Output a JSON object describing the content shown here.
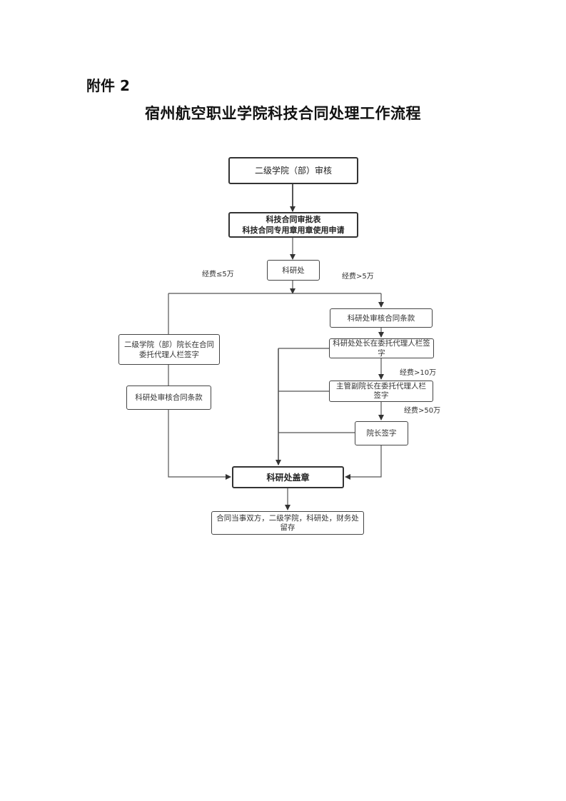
{
  "document": {
    "attachment_label": "附件 2",
    "title": "宿州航空职业学院科技合同处理工作流程"
  },
  "flowchart": {
    "nodes": {
      "college_review": "二级学院（部）审核",
      "approval_form_line1": "科技合同审批表",
      "approval_form_line2": "科技合同专用章用章使用申请",
      "research_office": "科研处",
      "left_dean_sign_line1": "二级学院（部）院长在合同",
      "left_dean_sign_line2": "委托代理人栏签字",
      "left_review_terms": "科研处审核合同条款",
      "right_review_terms": "科研处审核合同条款",
      "director_sign": "科研处处长在委托代理人栏签字",
      "vp_sign_line1": "主管副院长在委托代理人栏",
      "vp_sign_line2": "签字",
      "president_sign": "院长签字",
      "stamp": "科研处盖章",
      "archive_line1": "合同当事双方，二级学院，科研处，财务处",
      "archive_line2": "留存"
    },
    "edge_labels": {
      "le_5": "经费≤5万",
      "gt_5": "经费>5万",
      "gt_10": "经费>10万",
      "gt_50": "经费>50万"
    }
  }
}
